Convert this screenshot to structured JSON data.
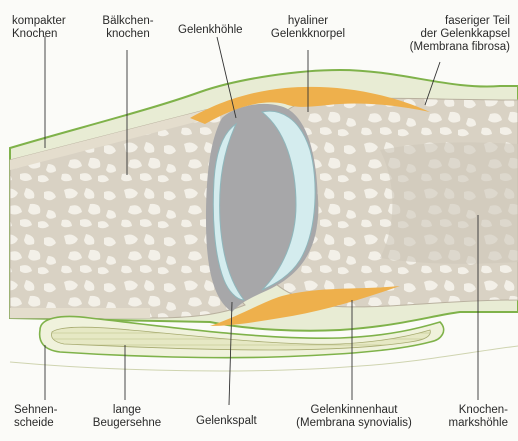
{
  "labels": {
    "kompakter_knochen": [
      "kompakter",
      "Knochen"
    ],
    "baelkchenknochen": [
      "Bälkchen-",
      "knochen"
    ],
    "gelenkhoehle": [
      "Gelenkhöhle"
    ],
    "hyaliner_gelenkknorpel": [
      "hyaliner",
      "Gelenkknorpel"
    ],
    "gelenkkapsel": [
      "faseriger Teil",
      "der Gelenkkapsel",
      "(Membrana fibrosa)"
    ],
    "sehnenscheide": [
      "Sehnen-",
      "scheide"
    ],
    "beugersehne": [
      "lange",
      "Beugersehne"
    ],
    "gelenkspalt": [
      "Gelenkspalt"
    ],
    "gelenkinnenhaut": [
      "Gelenkinnenhaut",
      "(Membrana synovialis)"
    ],
    "knochenmarkshoehle": [
      "Knochen-",
      "markshöhle"
    ]
  },
  "colors": {
    "background": "#fbfbf8",
    "bone_tan": "#d9d2c4",
    "marrow": "#c4beb2",
    "soft_tissue": "#e8ecd4",
    "capsule_green": "#7fb24a",
    "cartilage": "#d4ecee",
    "cavity_grey": "#a7a7a9",
    "synovial_orange": "#eeb04c",
    "tendon": "#e3e6bf",
    "leader_line": "#333333"
  }
}
